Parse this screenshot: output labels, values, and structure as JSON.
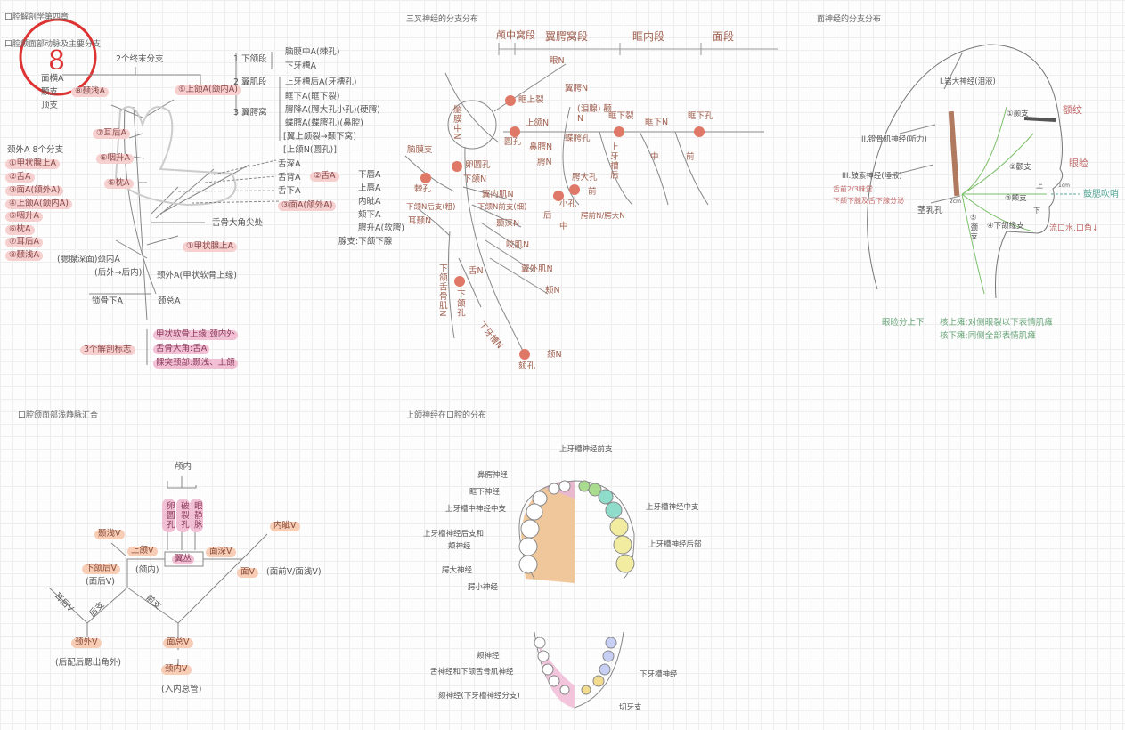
{
  "colors": {
    "highlight_pink": "#f6cfcf",
    "dot_red": "#e07868",
    "ink": "#555555",
    "nerve_green": "#7cbf6a",
    "accent_brown": "#a0604f"
  },
  "p1": {
    "title": "口腔解剖学第四章",
    "subtitle": "口腔颌面部动脉及主要分支",
    "circle_number": "8",
    "terminal": "2个终末分支",
    "temporal_branches": [
      "面横A",
      "颞支",
      "顶支"
    ],
    "sts": "⑧颞浅A",
    "maxillary": "⑨上颌A(颌内A)",
    "seg1": "1.下颌段",
    "seg1_items": [
      "脑膜中A(棘孔)",
      "下牙槽A"
    ],
    "seg2": "2.翼肌段",
    "seg3": "3.翼腭窝",
    "seg3_items": [
      "上牙槽后A(牙槽孔)",
      "眶下A(眶下裂)",
      "腭降A(腭大孔小孔)(硬腭)",
      "蝶腭A(蝶腭孔)(鼻腔)",
      "[翼上颌裂→颞下窝]",
      "[上颌N(圆孔)]"
    ],
    "post_aur": "⑦耳后A",
    "asc_phar": "⑥咽升A",
    "occ": "⑤枕A",
    "list_title": "颈外A 8个分支",
    "list": [
      "①甲状腺上A",
      "②舌A",
      "③面A(颌外A)",
      "④上颌A(颌内A)",
      "⑤咽升A",
      "⑥枕A",
      "⑦耳后A",
      "⑧颞浅A"
    ],
    "lingual_items": [
      "舌深A",
      "舌背A",
      "舌下A"
    ],
    "lingual": "②舌A",
    "facial": "③面A(颌外A)",
    "facial_items": [
      "下唇A",
      "上唇A",
      "内眦A",
      "颏下A",
      "腭升A(软腭)",
      "腺支:下颌下腺"
    ],
    "hyoid": "舌骨大角尖处",
    "sup_thy": "①甲状腺上A",
    "ica": "(腮腺深面)颈内A",
    "ica_note": "(后外→后内)",
    "eca": "颈外A(甲状软骨上缘)",
    "subclavian": "锁骨下A",
    "cca": "颈总A",
    "landmarks_title": "3个解剖标志",
    "landmarks": [
      "甲状软骨上缘:颈内外",
      "舌骨大角:舌A",
      "髁突颈部:颞浅、上颌"
    ]
  },
  "p2": {
    "title": "三叉神经的分支分布",
    "segments": [
      "颅中窝段",
      "翼腭窝段",
      "眶内段",
      "面段"
    ],
    "labels": {
      "ophth": "眼N",
      "sof": "眶上裂",
      "ptp": "翼腭N",
      "mening": "脑膜中N",
      "zyg": "(泪腺) 颧N",
      "maxn": "上颌N",
      "iof": "眶下裂",
      "ion": "眶下N",
      "ioforamen": "眶下孔",
      "rot": "圆孔",
      "nasopal": "鼻腭N",
      "spf": "蝶腭孔",
      "pal": "腭N",
      "psa": "上牙槽后",
      "mid": "中",
      "ant": "前",
      "menbr": "脑膜支",
      "ovale": "卵圆孔",
      "spin": "棘孔",
      "mand": "下颌N",
      "gpf": "腭大孔",
      "gpf_ant": "前",
      "lpf": "小孔",
      "lpf_post": "后",
      "lpf_mid": "中",
      "palnerves": "腭前N/腭大N",
      "medpter": "翼内肌N",
      "postdiv": "下颌N后支(粗)",
      "antdiv": "下颌N前支(细)",
      "auric": "耳颞N",
      "deeptemp": "颞深N",
      "masset": "咬肌N",
      "latpter": "翼外肌N",
      "bucc": "颊N",
      "lingual": "舌N",
      "mylo": "下颌舌骨肌N",
      "mandf": "下颌孔",
      "ian": "下牙槽N",
      "mentf": "颏孔",
      "mentn": "颏N"
    }
  },
  "p3": {
    "title": "面神经的分支分布",
    "gsp": "I.岩大神经(泪液)",
    "stap": "II.镫骨肌神经(听力)",
    "chorda": "III.鼓索神经(唾液)",
    "chorda_notes": [
      "舌前2/3味觉",
      "下颌下腺及舌下腺分泌"
    ],
    "smf": "茎乳孔",
    "branches": [
      "①颞支",
      "②颧支",
      "③颊支",
      "④下颌缘支",
      "⑤颈支"
    ],
    "signs": {
      "forehead": "额纹",
      "eyelid": "眼睑",
      "cheek": "鼓腮吹哨",
      "mouth": "流口水,口角↓"
    },
    "upper": "上",
    "lower": "下",
    "cm1": "1cm",
    "cm2": "2cm",
    "palsy_title": "眼睑分上下",
    "palsy": [
      "核上瘫:对侧眼裂以下表情肌瘫",
      "核下瘫:同侧全部表情肌瘫"
    ]
  },
  "p4": {
    "title": "口腔颌面部浅静脉汇合",
    "intracranial": "颅内",
    "foramina": [
      "卵圆孔",
      "破裂孔",
      "眼静脉"
    ],
    "plexus": "翼丛",
    "stv": "颞浅V",
    "maxv": "上颌V",
    "maxv_note": "(颌内)",
    "rmv": "下颌后V",
    "rmv_note": "(面后V)",
    "deepf": "面深V",
    "angular": "内眦V",
    "facialv": "面V",
    "facialv_note": "(面前V/面浅V)",
    "postaur": "耳后V",
    "postbr": "后支",
    "antbr": "前支",
    "ejv": "颈外V",
    "ejv_note": "(后配后腮出角外)",
    "cfv": "面总V",
    "ijv": "颈内V",
    "ijv_note": "(入内总管)"
  },
  "p5": {
    "title": "上颌神经在口腔的分布",
    "upper": [
      "上牙槽神经前支",
      "鼻腭神经",
      "眶下神经",
      "上牙槽中神经中支",
      "上牙槽神经后支和",
      "颊神经",
      "腭大神经",
      "腭小神经",
      "上牙槽神经中支",
      "上牙槽神经后部"
    ],
    "lower": [
      "颊神经",
      "舌神经和下颌舌骨肌神经",
      "颏神经(下牙槽神经分支)",
      "下牙槽神经",
      "切牙支"
    ]
  }
}
